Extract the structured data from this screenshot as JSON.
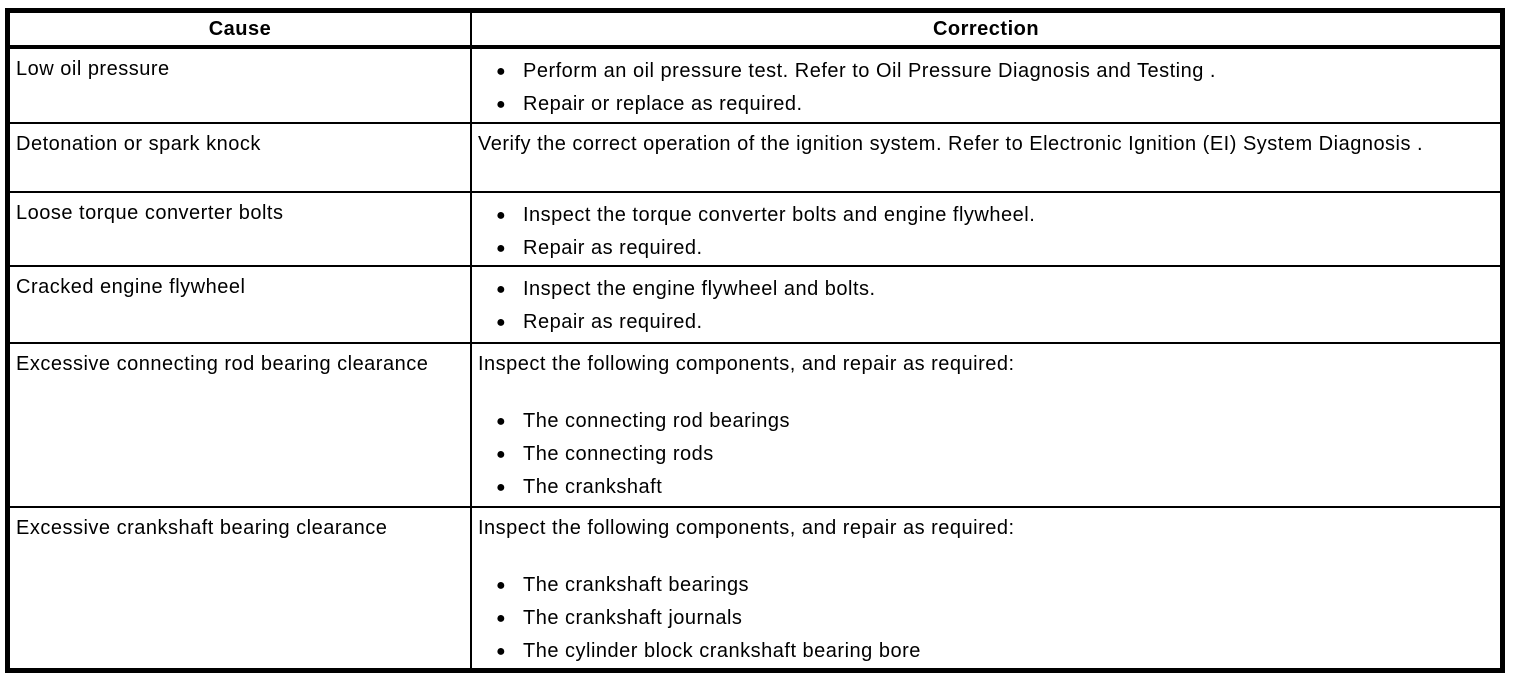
{
  "icons": {
    "bullet": "●"
  },
  "table": {
    "headers": [
      "Cause",
      "Correction"
    ],
    "rows": [
      {
        "cause": "Low oil pressure",
        "correction": {
          "bullets": [
            "Perform an oil pressure test. Refer to Oil Pressure Diagnosis and Testing .",
            "Repair or replace as required."
          ]
        }
      },
      {
        "cause": "Detonation or spark knock",
        "correction": {
          "intro": "Verify the correct operation of the ignition system. Refer to Electronic Ignition (EI) System Diagnosis ."
        }
      },
      {
        "cause": "Loose torque converter bolts",
        "correction": {
          "bullets": [
            "Inspect the torque converter bolts and engine flywheel.",
            "Repair as required."
          ]
        }
      },
      {
        "cause": "Cracked engine flywheel",
        "correction": {
          "bullets": [
            "Inspect the engine flywheel and bolts.",
            "Repair as required."
          ]
        }
      },
      {
        "cause": "Excessive connecting rod bearing clearance",
        "correction": {
          "intro": "Inspect the following components, and repair as required:",
          "bullets": [
            "The connecting rod bearings",
            "The connecting rods",
            "The crankshaft"
          ]
        }
      },
      {
        "cause": "Excessive crankshaft bearing clearance",
        "correction": {
          "intro": "Inspect the following components, and repair as required:",
          "bullets": [
            "The crankshaft bearings",
            "The crankshaft journals",
            "The cylinder block crankshaft bearing bore"
          ]
        }
      }
    ]
  }
}
